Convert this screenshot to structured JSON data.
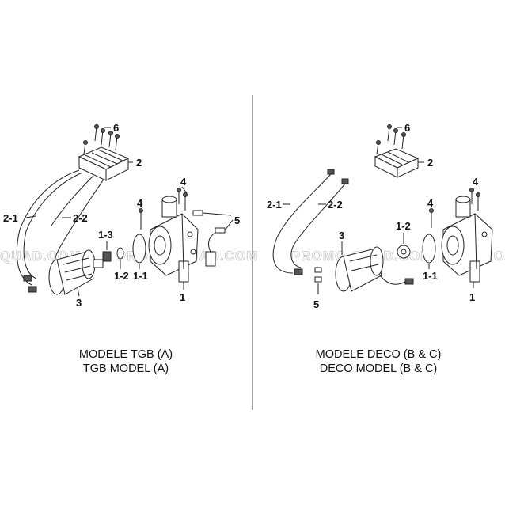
{
  "left_panel": {
    "caption_line1": "MODELE TGB (A)",
    "caption_line2": "TGB MODEL (A)",
    "labels": {
      "p6": "6",
      "p2": "2",
      "p4": "4",
      "p4b": "4",
      "p5": "5",
      "p2_1": "2-1",
      "p2_2": "2-2",
      "p1_3": "1-3",
      "p1_2": "1-2",
      "p1_1": "1-1",
      "p1": "1",
      "p3": "3"
    }
  },
  "right_panel": {
    "caption_line1": "MODELE DECO (B & C)",
    "caption_line2": "DECO MODEL (B & C)",
    "labels": {
      "p6": "6",
      "p2": "2",
      "p4": "4",
      "p4b": "4",
      "p2_1": "2-1",
      "p2_2": "2-2",
      "p3": "3",
      "p1_2": "1-2",
      "p1_1": "1-1",
      "p1": "1",
      "p5": "5"
    }
  },
  "watermark": {
    "left_a": "QUAD.COM",
    "left_b": "PROMO-QUAD.COM",
    "right_a": "PROMO-QUAD.COM",
    "right_b": "PRO"
  }
}
